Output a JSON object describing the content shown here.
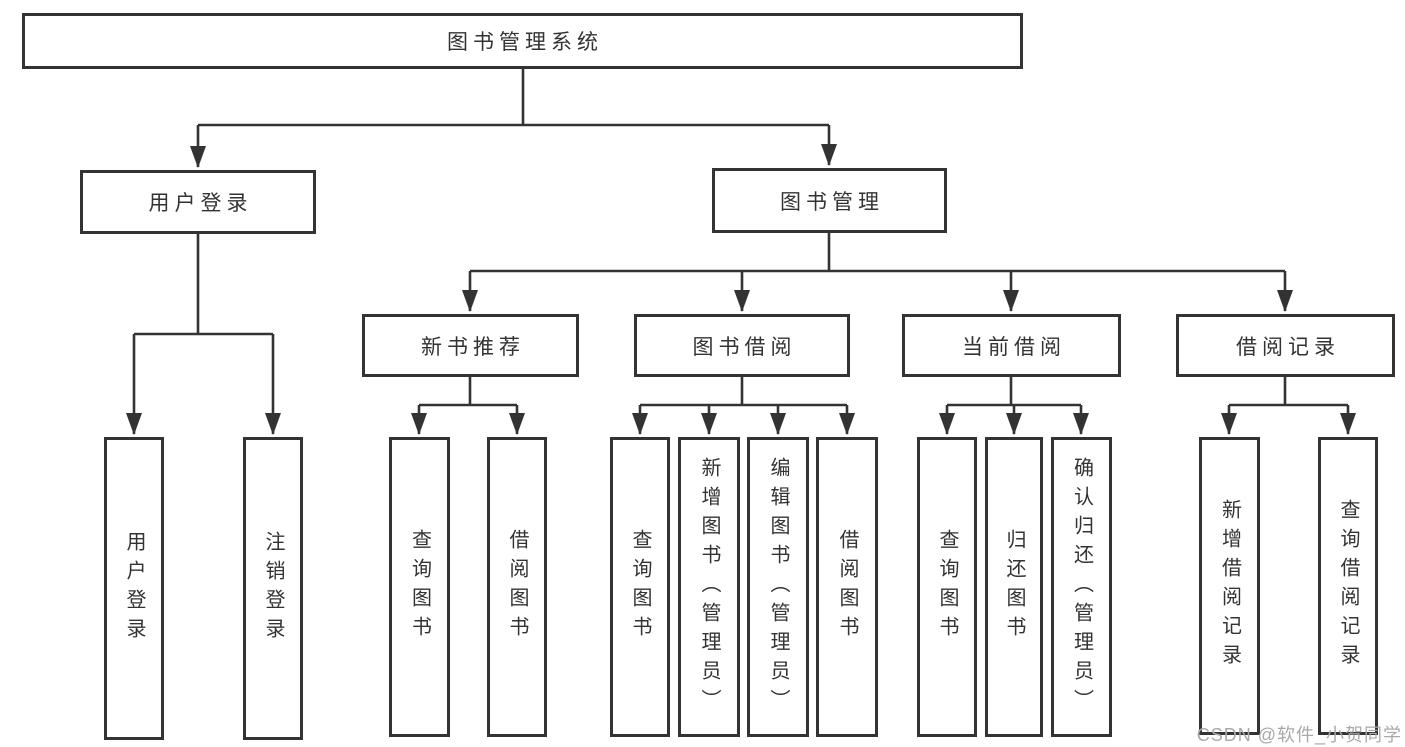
{
  "tree": {
    "label": "图书管理系统",
    "children": [
      {
        "label": "用户登录",
        "children": [
          {
            "label": "用户登录"
          },
          {
            "label": "注销登录"
          }
        ]
      },
      {
        "label": "图书管理",
        "children": [
          {
            "label": "新书推荐",
            "children": [
              {
                "label": "查询图书"
              },
              {
                "label": "借阅图书"
              }
            ]
          },
          {
            "label": "图书借阅",
            "children": [
              {
                "label": "查询图书"
              },
              {
                "label": "新增图书（管理员）"
              },
              {
                "label": "编辑图书（管理员）"
              },
              {
                "label": "借阅图书"
              }
            ]
          },
          {
            "label": "当前借阅",
            "children": [
              {
                "label": "查询图书"
              },
              {
                "label": "归还图书"
              },
              {
                "label": "确认归还（管理员）"
              }
            ]
          },
          {
            "label": "借阅记录",
            "children": [
              {
                "label": "新增借阅记录"
              },
              {
                "label": "查询借阅记录"
              }
            ]
          }
        ]
      }
    ]
  },
  "watermark": "CSDN @软件_小贺同学",
  "colors": {
    "line": "#333333",
    "box_background": "#ffffff",
    "text": "#333333",
    "watermark": "#a9a9a9"
  }
}
